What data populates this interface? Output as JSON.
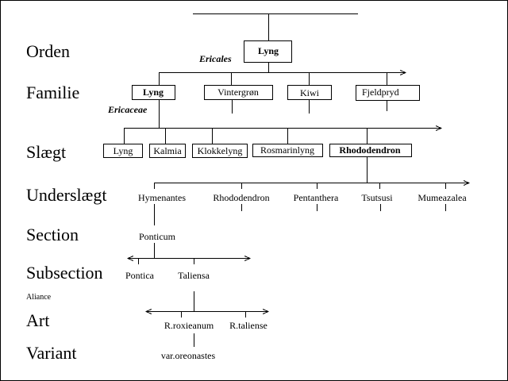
{
  "levels": {
    "orden": "Orden",
    "familie": "Familie",
    "slaegt": "Slægt",
    "underslaegt": "Underslægt",
    "section": "Section",
    "subsection": "Subsection",
    "aliance": "Aliance",
    "art": "Art",
    "variant": "Variant"
  },
  "orden": {
    "name": "Lyng",
    "latin": "Ericales"
  },
  "familie": {
    "items": [
      "Lyng",
      "Vintergrøn",
      "Kiwi",
      "Fjeldpryd"
    ],
    "latin": "Ericaceae"
  },
  "slaegt": {
    "items": [
      "Lyng",
      "Kalmia",
      "Klokkelyng",
      "Rosmarinlyng",
      "Rhododendron"
    ]
  },
  "underslaegt": {
    "items": [
      "Hymenantes",
      "Rhododendron",
      "Pentanthera",
      "Tsutsusi",
      "Mumeazalea"
    ]
  },
  "section": {
    "name": "Ponticum"
  },
  "subsection": {
    "items": [
      "Pontica",
      "Taliensa"
    ]
  },
  "art": {
    "items": [
      "R.roxieanum",
      "R.taliense"
    ]
  },
  "variant": {
    "name": "var.oreonastes"
  }
}
